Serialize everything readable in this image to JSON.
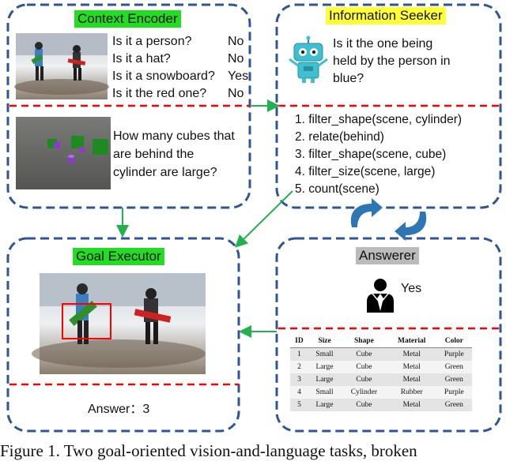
{
  "context_encoder": {
    "title": "Context Encoder",
    "title_color": "#22dd22",
    "qa": [
      {
        "question": "Is it a person?",
        "answer": "No"
      },
      {
        "question": "Is it a hat?",
        "answer": "No"
      },
      {
        "question": "Is it a snowboard?",
        "answer": "Yes"
      },
      {
        "question": "Is it the red one?",
        "answer": "No"
      }
    ],
    "clevr_question_lines": [
      "How many cubes that",
      "are behind the",
      "cylinder are large?"
    ]
  },
  "information_seeker": {
    "title": "Information Seeker",
    "title_color": "#ffff33",
    "question_lines": [
      "Is it the one being",
      "held by the person in",
      "blue?"
    ],
    "program": [
      "1. filter_shape(scene, cylinder)",
      "2. relate(behind)",
      "3. filter_shape(scene, cube)",
      "4. filter_size(scene, large)",
      "5. count(scene)"
    ],
    "icon": "robot-icon"
  },
  "goal_executor": {
    "title": "Goal Executor",
    "title_color": "#22dd22",
    "answer_text": "Answer：3"
  },
  "answerer": {
    "title": "Answerer",
    "title_color": "#bbbbbb",
    "answer": "Yes",
    "icon": "person-icon",
    "table": {
      "headers": [
        "ID",
        "Size",
        "Shape",
        "Material",
        "Color"
      ],
      "rows": [
        [
          "1",
          "Small",
          "Cube",
          "Metal",
          "Purple"
        ],
        [
          "2",
          "Large",
          "Cube",
          "Metal",
          "Green"
        ],
        [
          "3",
          "Large",
          "Cube",
          "Metal",
          "Green"
        ],
        [
          "4",
          "Small",
          "Cylinder",
          "Rubber",
          "Purple"
        ],
        [
          "5",
          "Large",
          "Cube",
          "Metal",
          "Green"
        ]
      ]
    }
  },
  "colors": {
    "panel_border": "#2f5597",
    "divider": "#ff0000",
    "arrow": "#22b14c",
    "cycle_arrow": "#2e75b6"
  },
  "caption": "Figure 1.   Two goal-oriented vision-and-language tasks, broken"
}
